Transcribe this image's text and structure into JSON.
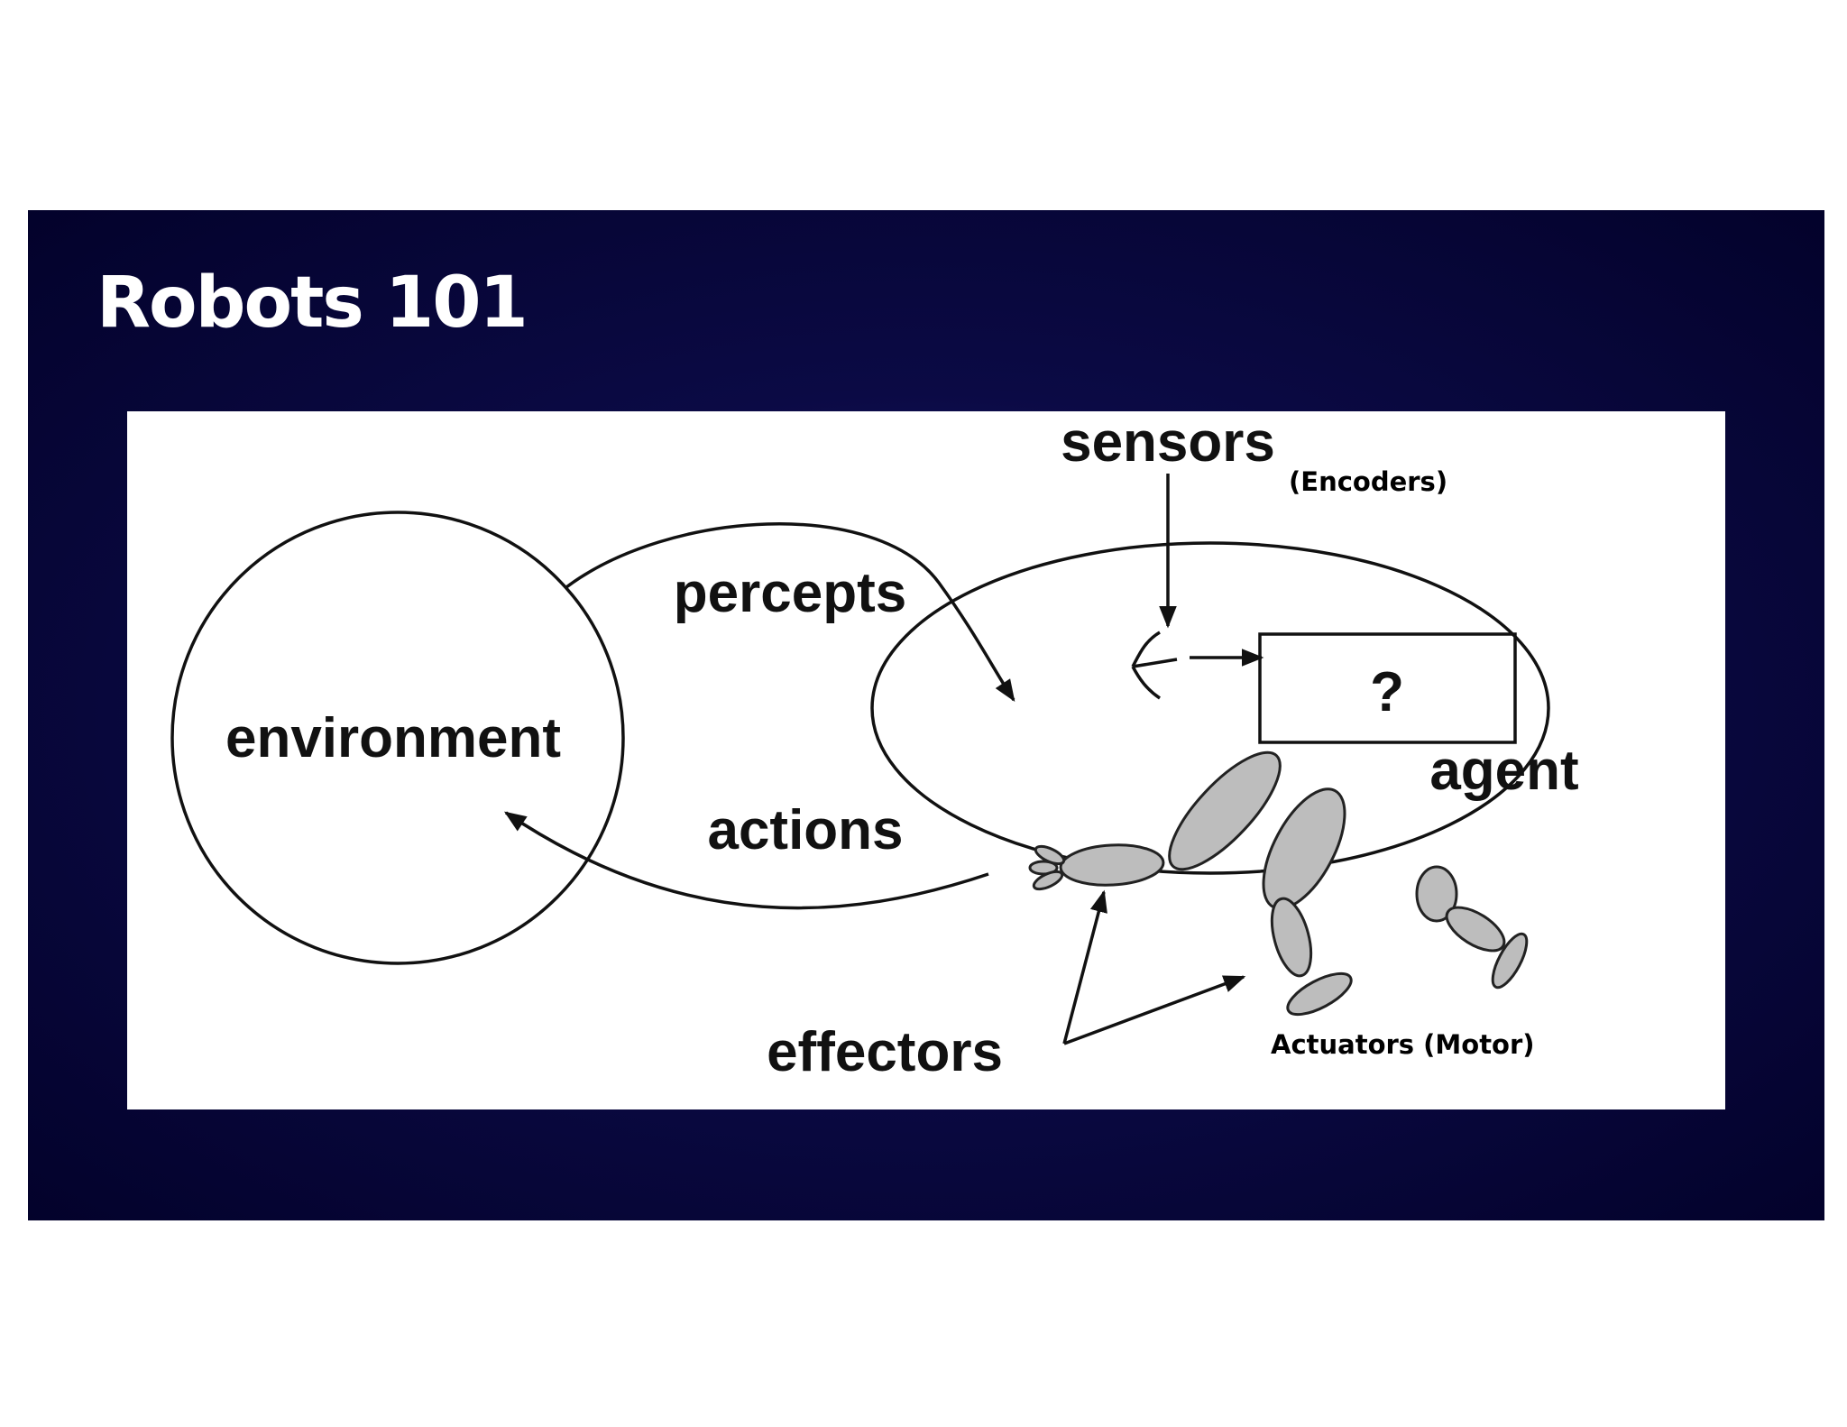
{
  "slide": {
    "title": "Robots 101",
    "background_colors": [
      "#25227e",
      "#03022b"
    ]
  },
  "diagram": {
    "nodes": {
      "environment": "environment",
      "agent": "agent",
      "processor": "?"
    },
    "edges": {
      "percepts": "percepts",
      "actions": "actions"
    },
    "labels": {
      "sensors": "sensors",
      "encoders": "(Encoders)",
      "effectors": "effectors",
      "actuators": "Actuators (Motor)"
    },
    "icons": [
      "eye-icon",
      "robot-limbs"
    ],
    "colors": {
      "line": "#111111",
      "limb_fill": "#bdbdbd"
    }
  }
}
